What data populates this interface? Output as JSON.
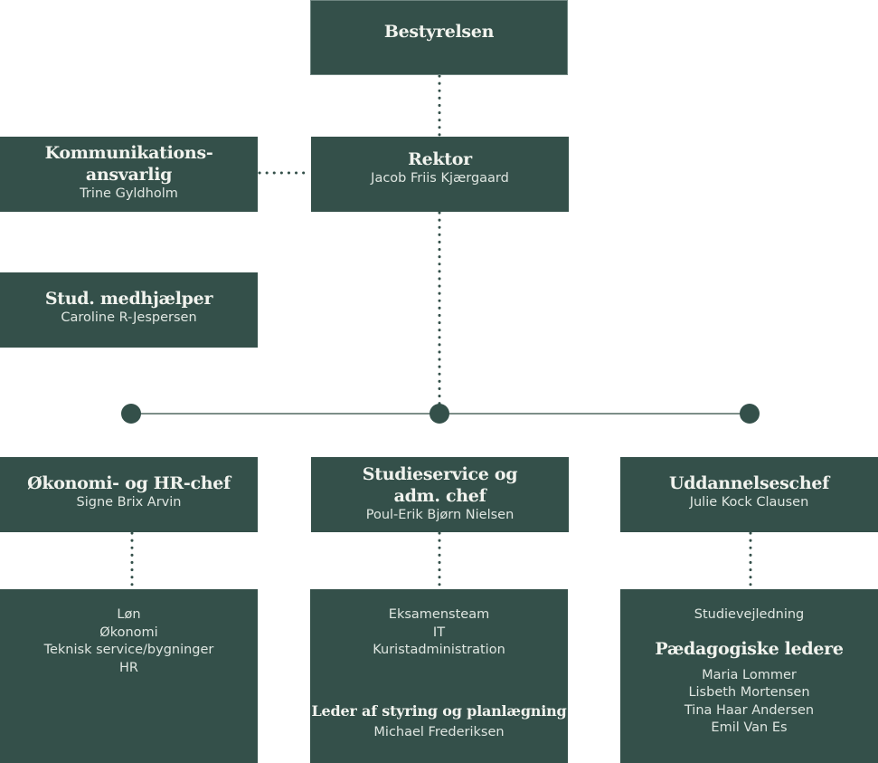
{
  "board": {
    "title": "Bestyrelsen"
  },
  "rector": {
    "title": "Rektor",
    "name": "Jacob Friis Kjærgaard"
  },
  "communications": {
    "title_line1": "Kommunikations-",
    "title_line2": "ansvarlig",
    "name": "Trine Gyldholm"
  },
  "student_assistant": {
    "title": "Stud. medhjælper",
    "name": "Caroline R-Jespersen"
  },
  "finance_hr": {
    "title": "Økonomi- og HR-chef",
    "name": "Signe Brix Arvin",
    "units": [
      "Løn",
      "Økonomi",
      "Teknisk service/bygninger",
      "HR"
    ]
  },
  "study_service": {
    "title_line1": "Studieservice og",
    "title_line2": "adm. chef",
    "name": "Poul-Erik Bjørn Nielsen",
    "units": [
      "Eksamensteam",
      "IT",
      "Kuristadministration"
    ],
    "sub_title": "Leder af styring og planlægning",
    "sub_name": "Michael Frederiksen"
  },
  "education": {
    "title": "Uddannelseschef",
    "name": "Julie Kock Clausen",
    "unit": "Studievejledning",
    "sub_title": "Pædagogiske ledere",
    "leaders": [
      "Maria Lommer",
      "Lisbeth Mortensen",
      "Tina Haar Andersen",
      "Emil Van Es"
    ]
  },
  "colors": {
    "box": "#34504a",
    "text": "#e9ede9",
    "connector": "#7d8f89",
    "node": "#34504a"
  }
}
